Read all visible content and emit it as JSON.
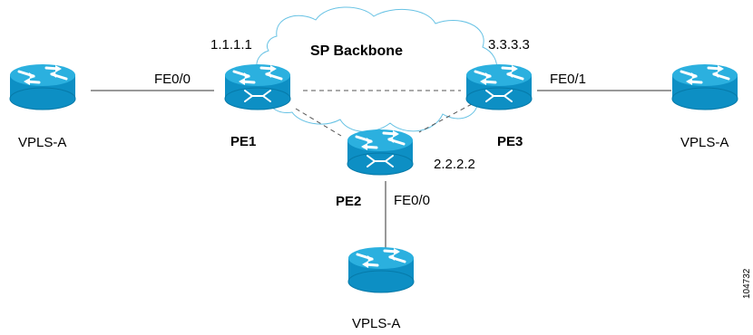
{
  "colors": {
    "router_top": "#2bb0df",
    "router_body": "#0d8fc4",
    "router_rim": "#067aa9",
    "glyph": "#ffffff",
    "cloud_stroke": "#67c2e4",
    "link": "#333333"
  },
  "cloud": {
    "label": "SP Backbone"
  },
  "nodes": {
    "ce_left": {
      "label": "VPLS-A",
      "icon": "router-icon"
    },
    "ce_right": {
      "label": "VPLS-A",
      "icon": "router-icon"
    },
    "ce_bottom": {
      "label": "VPLS-A",
      "icon": "router-icon"
    },
    "pe1": {
      "name": "PE1",
      "address": "1.1.1.1",
      "icon": "core-router-icon"
    },
    "pe2": {
      "name": "PE2",
      "address": "2.2.2.2",
      "icon": "core-router-icon"
    },
    "pe3": {
      "name": "PE3",
      "address": "3.3.3.3",
      "icon": "core-router-icon"
    }
  },
  "interfaces": {
    "pe1_left": "FE0/0",
    "pe3_right": "FE0/1",
    "pe2_down": "FE0/0"
  },
  "figure_id": "104732"
}
